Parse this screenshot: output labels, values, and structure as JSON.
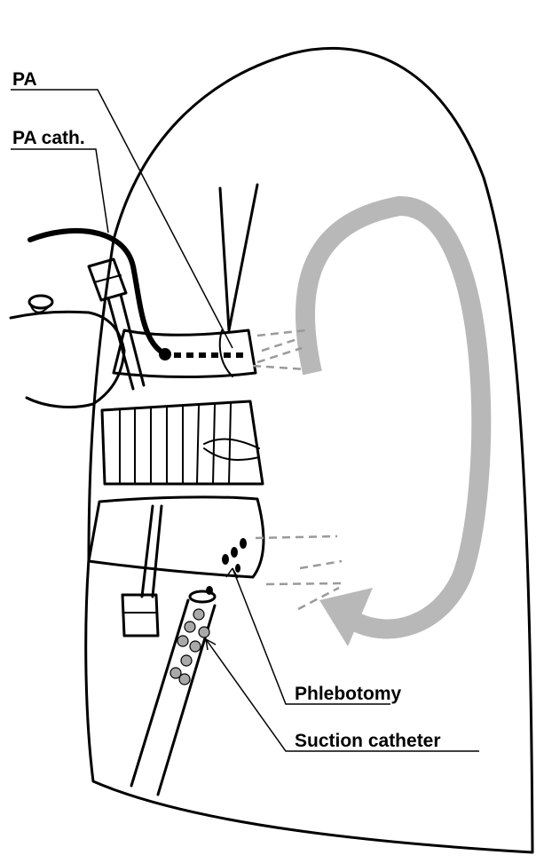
{
  "labels": {
    "pa": "PA",
    "pa_cath": "PA cath.",
    "phlebotomy": "Phlebotomy",
    "suction_catheter": "Suction catheter"
  },
  "colors": {
    "ink": "#000000",
    "flow_arrow": "#b8b8b8",
    "dashed_flow": "#9a9a9a",
    "clot_fill": "#a9a9a9",
    "background": "#ffffff"
  }
}
